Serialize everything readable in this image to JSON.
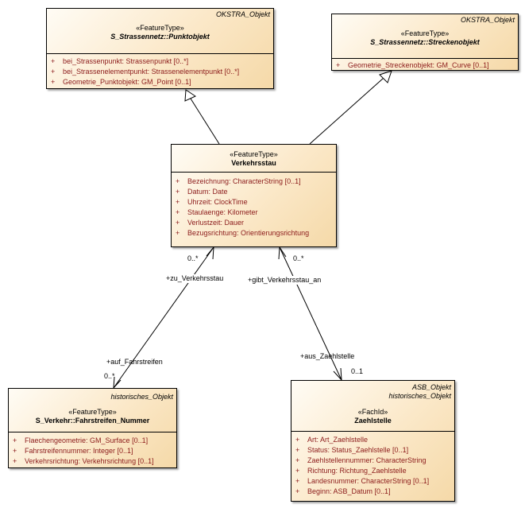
{
  "classes": {
    "punktobjekt": {
      "package": "OKSTRA_Objekt",
      "stereotype": "«FeatureType»",
      "name": "S_Strassennetz::Punktobjekt",
      "attributes": [
        {
          "vis": "+",
          "text": "bei_Strassenpunkt: Strassenpunkt [0..*]"
        },
        {
          "vis": "+",
          "text": "bei_Strassenelementpunkt: Strassenelementpunkt [0..*]"
        },
        {
          "vis": "+",
          "text": "Geometrie_Punktobjekt: GM_Point [0..1]"
        }
      ]
    },
    "streckenobjekt": {
      "package": "OKSTRA_Objekt",
      "stereotype": "«FeatureType»",
      "name": "S_Strassennetz::Streckenobjekt",
      "attributes": [
        {
          "vis": "+",
          "text": "Geometrie_Streckenobjekt: GM_Curve [0..1]"
        }
      ]
    },
    "verkehrsstau": {
      "stereotype": "«FeatureType»",
      "name": "Verkehrsstau",
      "attributes": [
        {
          "vis": "+",
          "text": "Bezeichnung: CharacterString [0..1]"
        },
        {
          "vis": "+",
          "text": "Datum: Date"
        },
        {
          "vis": "+",
          "text": "Uhrzeit: ClockTime"
        },
        {
          "vis": "+",
          "text": "Staulaenge: Kilometer"
        },
        {
          "vis": "+",
          "text": "Verlustzeit: Dauer"
        },
        {
          "vis": "+",
          "text": "Bezugsrichtung: Orientierungsrichtung"
        }
      ]
    },
    "fahrstreifen": {
      "package": "historisches_Objekt",
      "stereotype": "«FeatureType»",
      "name": "S_Verkehr::Fahrstreifen_Nummer",
      "attributes": [
        {
          "vis": "+",
          "text": "Flaechengeometrie: GM_Surface [0..1]"
        },
        {
          "vis": "+",
          "text": "Fahrstreifennummer: Integer [0..1]"
        },
        {
          "vis": "+",
          "text": "Verkehrsrichtung: Verkehrsrichtung [0..1]"
        }
      ]
    },
    "zaehlstelle": {
      "package": "ASB_Objekt",
      "package2": "historisches_Objekt",
      "stereotype": "«FachId»",
      "name": "Zaehlstelle",
      "attributes": [
        {
          "vis": "+",
          "text": "Art: Art_Zaehlstelle"
        },
        {
          "vis": "+",
          "text": "Status: Status_Zaehlstelle [0..1]"
        },
        {
          "vis": "+",
          "text": "Zaehlstellennummer: CharacterString"
        },
        {
          "vis": "+",
          "text": "Richtung: Richtung_Zaehlstelle"
        },
        {
          "vis": "+",
          "text": "Landesnummer: CharacterString [0..1]"
        },
        {
          "vis": "+",
          "text": "Beginn: ASB_Datum [0..1]"
        }
      ]
    }
  },
  "associations": {
    "fahrstreifen": {
      "role_top": "+zu_Verkehrsstau",
      "mult_top": "0..*",
      "role_bottom": "+auf_Fahrstreifen",
      "mult_bottom": "0..*"
    },
    "zaehlstelle": {
      "role_top": "+gibt_Verkehrsstau_an",
      "mult_top": "0..*",
      "role_bottom": "+aus_Zaehlstelle",
      "mult_bottom": "0..1"
    }
  }
}
